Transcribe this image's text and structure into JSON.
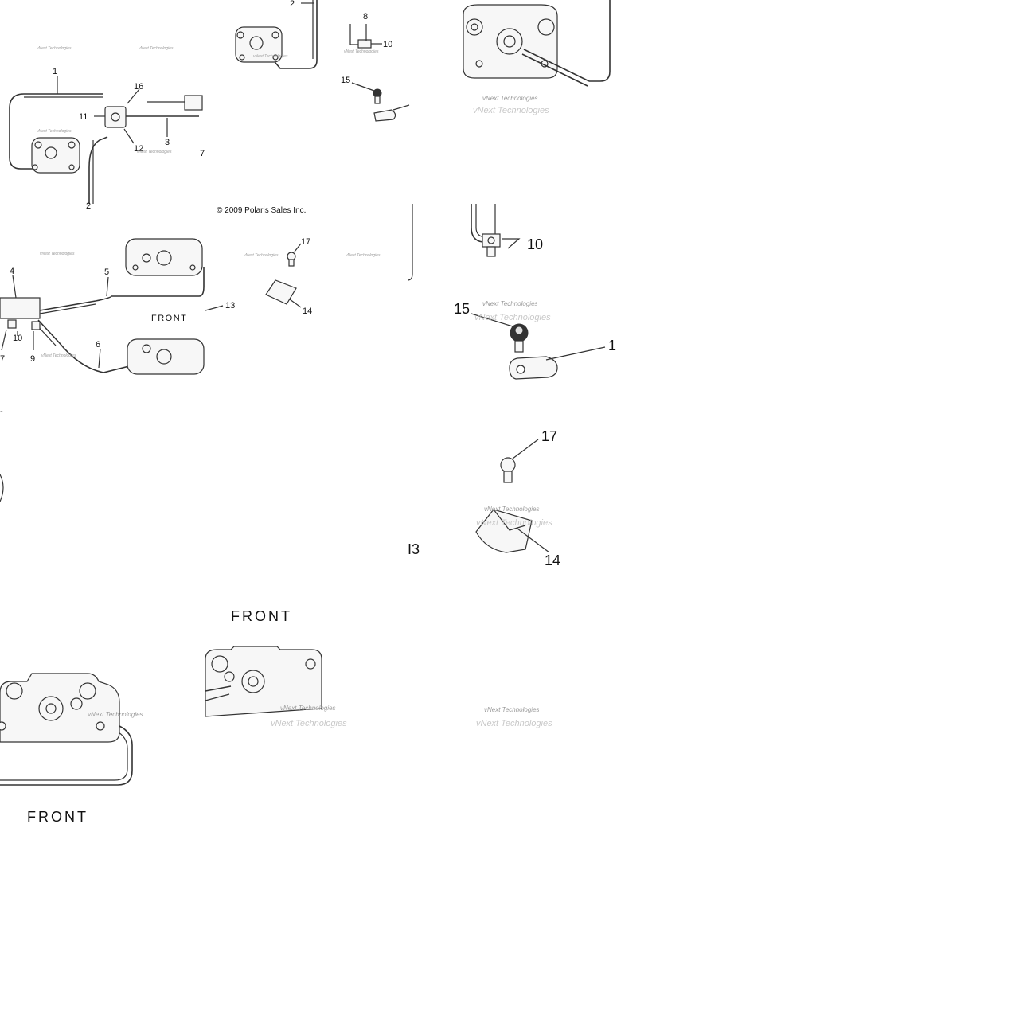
{
  "copyright": "© 2009 Polaris Sales Inc.",
  "watermark": "vNext Technologies",
  "front_label": "FRONT",
  "callouts": {
    "c1": "1",
    "c2": "2",
    "c3": "3",
    "c4": "4",
    "c5": "5",
    "c6": "6",
    "c7": "7",
    "c8": "8",
    "c9": "9",
    "c10": "10",
    "c11": "11",
    "c12": "12",
    "c13": "13",
    "c14": "14",
    "c15": "15",
    "c16": "16",
    "c17": "17",
    "c13_letter": "I3"
  },
  "colors": {
    "line": "#333333",
    "background": "#ffffff",
    "watermark": "#9a9a9a"
  }
}
